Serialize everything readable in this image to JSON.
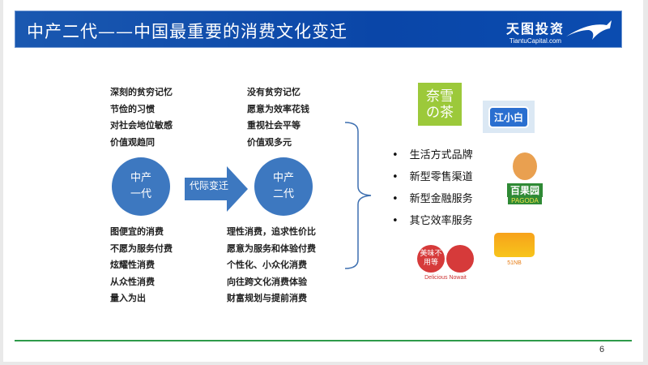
{
  "header": {
    "title": "中产二代——中国最重要的消费文化变迁",
    "brand_cn": "天图投资",
    "brand_en": "TiantuCapital.com"
  },
  "gen1": {
    "circle": [
      "中产",
      "一代"
    ],
    "values": [
      "深刻的贫穷记忆",
      "节俭的习惯",
      "对社会地位敏感",
      "价值观趋同"
    ],
    "consumption": [
      "图便宜的消费",
      "不愿为服务付费",
      "炫耀性消费",
      "从众性消费",
      "量入为出"
    ]
  },
  "transition": {
    "label": "代际变迁"
  },
  "gen2": {
    "circle": [
      "中产",
      "二代"
    ],
    "values": [
      "没有贫穷记忆",
      "愿意为效率花钱",
      "重视社会平等",
      "价值观多元"
    ],
    "consumption": [
      "理性消费，追求性价比",
      "愿意为服务和体验付费",
      "个性化、小众化消费",
      "向往跨文化消费体验",
      "财富规划与提前消费"
    ]
  },
  "bullets": [
    "生活方式品牌",
    "新型零售渠道",
    "新型金融服务",
    "其它效率服务"
  ],
  "logos": {
    "naixue": "奈雪の茶",
    "jiangxiaobai": "江小白",
    "pagoda_cn": "百果园",
    "pagoda_en": "PAGODA",
    "nowait_cn": "美味不用等",
    "nowait_en": "Delicious Nowait",
    "card": "51NB"
  },
  "page": {
    "number": "6"
  },
  "colors": {
    "header": "#0a46a8",
    "circle": "#3d78c0",
    "footer_line": "#2e9a4a"
  }
}
